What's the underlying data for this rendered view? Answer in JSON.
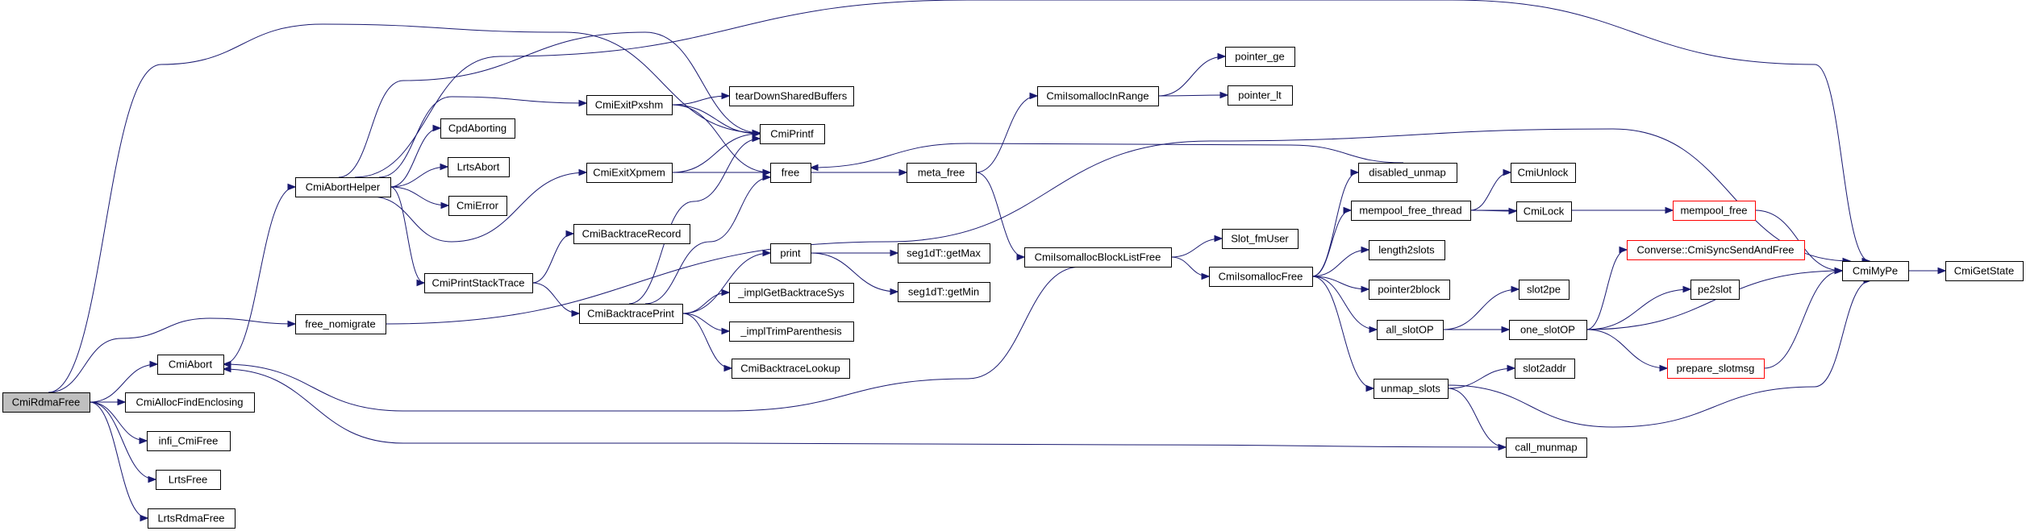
{
  "graph": {
    "edge_color": "#191970",
    "root_fill": "#bfbfbf",
    "warn_stroke": "#ff0000",
    "nodes": [
      {
        "id": "CmiRdmaFree",
        "label": "CmiRdmaFree",
        "style": "root"
      },
      {
        "id": "CmiAbort",
        "label": "CmiAbort"
      },
      {
        "id": "CmiAllocFindEnclosing",
        "label": "CmiAllocFindEnclosing"
      },
      {
        "id": "infi_CmiFree",
        "label": "infi_CmiFree"
      },
      {
        "id": "LrtsFree",
        "label": "LrtsFree"
      },
      {
        "id": "LrtsRdmaFree",
        "label": "LrtsRdmaFree"
      },
      {
        "id": "CmiAbortHelper",
        "label": "CmiAbortHelper"
      },
      {
        "id": "free_nomigrate",
        "label": "free_nomigrate"
      },
      {
        "id": "CmiPrintStackTrace",
        "label": "CmiPrintStackTrace"
      },
      {
        "id": "CpdAborting",
        "label": "CpdAborting"
      },
      {
        "id": "LrtsAbort",
        "label": "LrtsAbort"
      },
      {
        "id": "CmiError",
        "label": "CmiError"
      },
      {
        "id": "CmiExitPxshm",
        "label": "CmiExitPxshm"
      },
      {
        "id": "CmiExitXpmem",
        "label": "CmiExitXpmem"
      },
      {
        "id": "CmiBacktraceRecord",
        "label": "CmiBacktraceRecord"
      },
      {
        "id": "CmiBacktracePrint",
        "label": "CmiBacktracePrint"
      },
      {
        "id": "tearDownSharedBuffers",
        "label": "tearDownSharedBuffers"
      },
      {
        "id": "CmiPrintf",
        "label": "CmiPrintf"
      },
      {
        "id": "free",
        "label": "free"
      },
      {
        "id": "print",
        "label": "print"
      },
      {
        "id": "_implGetBacktraceSys",
        "label": "_implGetBacktraceSys"
      },
      {
        "id": "_implTrimParenthesis",
        "label": "_implTrimParenthesis"
      },
      {
        "id": "CmiBacktraceLookup",
        "label": "CmiBacktraceLookup"
      },
      {
        "id": "seg1dT_getMax",
        "label": "seg1dT::getMax"
      },
      {
        "id": "seg1dT_getMin",
        "label": "seg1dT::getMin"
      },
      {
        "id": "meta_free",
        "label": "meta_free"
      },
      {
        "id": "CmiIsomallocInRange",
        "label": "CmiIsomallocInRange"
      },
      {
        "id": "CmiIsomallocBlockListFree",
        "label": "CmiIsomallocBlockListFree"
      },
      {
        "id": "pointer_ge",
        "label": "pointer_ge"
      },
      {
        "id": "pointer_lt",
        "label": "pointer_lt"
      },
      {
        "id": "Slot_fmUser",
        "label": "Slot_fmUser"
      },
      {
        "id": "CmiIsomallocFree",
        "label": "CmiIsomallocFree"
      },
      {
        "id": "disabled_unmap",
        "label": "disabled_unmap"
      },
      {
        "id": "mempool_free_thread",
        "label": "mempool_free_thread"
      },
      {
        "id": "length2slots",
        "label": "length2slots"
      },
      {
        "id": "pointer2block",
        "label": "pointer2block"
      },
      {
        "id": "all_slotOP",
        "label": "all_slotOP"
      },
      {
        "id": "unmap_slots",
        "label": "unmap_slots"
      },
      {
        "id": "CmiUnlock",
        "label": "CmiUnlock"
      },
      {
        "id": "CmiLock",
        "label": "CmiLock"
      },
      {
        "id": "slot2pe",
        "label": "slot2pe"
      },
      {
        "id": "one_slotOP",
        "label": "one_slotOP"
      },
      {
        "id": "slot2addr",
        "label": "slot2addr"
      },
      {
        "id": "call_munmap",
        "label": "call_munmap"
      },
      {
        "id": "mempool_free",
        "label": "mempool_free",
        "style": "warn"
      },
      {
        "id": "Converse_CmiSyncSendAndFree",
        "label": "Converse::CmiSyncSendAndFree",
        "style": "warn"
      },
      {
        "id": "pe2slot",
        "label": "pe2slot"
      },
      {
        "id": "prepare_slotmsg",
        "label": "prepare_slotmsg",
        "style": "warn"
      },
      {
        "id": "CmiMyPe",
        "label": "CmiMyPe"
      },
      {
        "id": "CmiGetState",
        "label": "CmiGetState"
      }
    ],
    "edges": [
      [
        "CmiRdmaFree",
        "CmiAbort"
      ],
      [
        "CmiRdmaFree",
        "CmiAllocFindEnclosing"
      ],
      [
        "CmiRdmaFree",
        "infi_CmiFree"
      ],
      [
        "CmiRdmaFree",
        "LrtsFree"
      ],
      [
        "CmiRdmaFree",
        "LrtsRdmaFree"
      ],
      [
        "CmiRdmaFree",
        "CmiPrintf"
      ],
      [
        "CmiRdmaFree",
        "free_nomigrate"
      ],
      [
        "CmiAbort",
        "CmiAbortHelper"
      ],
      [
        "CmiAbortHelper",
        "CmiMyPe"
      ],
      [
        "CmiAbortHelper",
        "CmiPrintf"
      ],
      [
        "CmiAbortHelper",
        "CmiExitPxshm"
      ],
      [
        "CmiAbortHelper",
        "CpdAborting"
      ],
      [
        "CmiAbortHelper",
        "LrtsAbort"
      ],
      [
        "CmiAbortHelper",
        "CmiError"
      ],
      [
        "CmiAbortHelper",
        "CmiExitXpmem"
      ],
      [
        "CmiAbortHelper",
        "CmiPrintStackTrace"
      ],
      [
        "CmiPrintStackTrace",
        "CmiBacktraceRecord"
      ],
      [
        "CmiPrintStackTrace",
        "CmiBacktracePrint"
      ],
      [
        "CmiExitPxshm",
        "tearDownSharedBuffers"
      ],
      [
        "CmiExitPxshm",
        "CmiPrintf"
      ],
      [
        "CmiExitPxshm",
        "free"
      ],
      [
        "CmiExitXpmem",
        "CmiPrintf"
      ],
      [
        "CmiExitXpmem",
        "free"
      ],
      [
        "CmiBacktracePrint",
        "CmiPrintf"
      ],
      [
        "CmiBacktracePrint",
        "free"
      ],
      [
        "CmiBacktracePrint",
        "print"
      ],
      [
        "CmiBacktracePrint",
        "_implGetBacktraceSys"
      ],
      [
        "CmiBacktracePrint",
        "_implTrimParenthesis"
      ],
      [
        "CmiBacktracePrint",
        "CmiBacktraceLookup"
      ],
      [
        "print",
        "seg1dT_getMax"
      ],
      [
        "print",
        "seg1dT_getMin"
      ],
      [
        "free_nomigrate",
        "CmiMyPe"
      ],
      [
        "free",
        "meta_free"
      ],
      [
        "meta_free",
        "CmiIsomallocInRange"
      ],
      [
        "meta_free",
        "CmiIsomallocBlockListFree"
      ],
      [
        "CmiIsomallocInRange",
        "pointer_ge"
      ],
      [
        "CmiIsomallocInRange",
        "pointer_lt"
      ],
      [
        "CmiIsomallocBlockListFree",
        "CmiAbort"
      ],
      [
        "CmiIsomallocBlockListFree",
        "Slot_fmUser"
      ],
      [
        "CmiIsomallocBlockListFree",
        "CmiIsomallocFree"
      ],
      [
        "CmiIsomallocFree",
        "disabled_unmap"
      ],
      [
        "CmiIsomallocFree",
        "mempool_free_thread"
      ],
      [
        "CmiIsomallocFree",
        "length2slots"
      ],
      [
        "CmiIsomallocFree",
        "pointer2block"
      ],
      [
        "CmiIsomallocFree",
        "all_slotOP"
      ],
      [
        "CmiIsomallocFree",
        "unmap_slots"
      ],
      [
        "disabled_unmap",
        "free"
      ],
      [
        "mempool_free_thread",
        "CmiUnlock"
      ],
      [
        "mempool_free_thread",
        "CmiLock"
      ],
      [
        "mempool_free_thread",
        "mempool_free"
      ],
      [
        "mempool_free",
        "CmiMyPe"
      ],
      [
        "all_slotOP",
        "slot2pe"
      ],
      [
        "all_slotOP",
        "one_slotOP"
      ],
      [
        "one_slotOP",
        "Converse_CmiSyncSendAndFree"
      ],
      [
        "one_slotOP",
        "pe2slot"
      ],
      [
        "one_slotOP",
        "prepare_slotmsg"
      ],
      [
        "one_slotOP",
        "CmiMyPe"
      ],
      [
        "prepare_slotmsg",
        "CmiMyPe"
      ],
      [
        "unmap_slots",
        "slot2addr"
      ],
      [
        "unmap_slots",
        "call_munmap"
      ],
      [
        "unmap_slots",
        "CmiMyPe"
      ],
      [
        "call_munmap",
        "CmiAbort"
      ],
      [
        "CmiMyPe",
        "CmiGetState"
      ]
    ]
  }
}
